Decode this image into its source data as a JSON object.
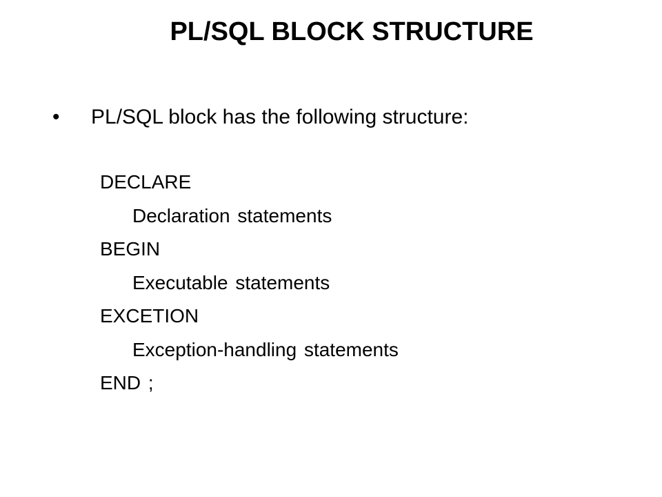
{
  "slide": {
    "title": "PL/SQL BLOCK STRUCTURE",
    "bullet": {
      "glyph": "•",
      "text": "PL/SQL block has the following structure:"
    },
    "lines": [
      {
        "text": "DECLARE",
        "indent": false
      },
      {
        "text": "Declaration statements",
        "indent": true
      },
      {
        "text": "BEGIN",
        "indent": false
      },
      {
        "text": "Executable statements",
        "indent": true
      },
      {
        "text": "EXCETION",
        "indent": false
      },
      {
        "text": "Exception-handling statements",
        "indent": true
      },
      {
        "text": "END ;",
        "indent": false
      }
    ]
  }
}
